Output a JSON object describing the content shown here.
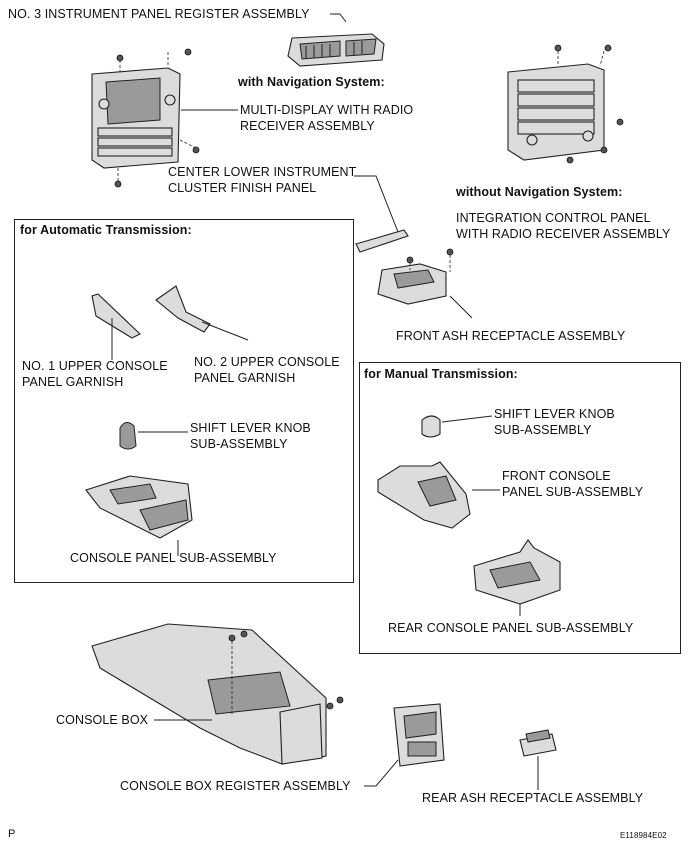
{
  "labels": {
    "no3_register": "NO. 3 INSTRUMENT PANEL REGISTER ASSEMBLY",
    "with_nav": "with Navigation System:",
    "multi_display_1": "MULTI-DISPLAY WITH RADIO",
    "multi_display_2": "RECEIVER ASSEMBLY",
    "center_lower_1": "CENTER LOWER INSTRUMENT",
    "center_lower_2": "CLUSTER FINISH PANEL",
    "without_nav": "without Navigation System:",
    "integration_1": "INTEGRATION CONTROL PANEL",
    "integration_2": "WITH RADIO RECEIVER ASSEMBLY",
    "front_ash": "FRONT ASH RECEPTACLE ASSEMBLY",
    "auto_title": "for Automatic  Transmission:",
    "no1_garnish_1": "NO. 1 UPPER CONSOLE",
    "no1_garnish_2": "PANEL GARNISH",
    "no2_garnish_1": "NO. 2 UPPER CONSOLE",
    "no2_garnish_2": "PANEL GARNISH",
    "shift_knob_at_1": "SHIFT LEVER KNOB",
    "shift_knob_at_2": "SUB-ASSEMBLY",
    "console_panel": "CONSOLE PANEL SUB-ASSEMBLY",
    "manual_title": "for Manual Transmission:",
    "shift_knob_mt_1": "SHIFT LEVER KNOB",
    "shift_knob_mt_2": "SUB-ASSEMBLY",
    "front_console_1": "FRONT CONSOLE",
    "front_console_2": "PANEL SUB-ASSEMBLY",
    "rear_console_panel": "REAR CONSOLE PANEL SUB-ASSEMBLY",
    "console_box": "CONSOLE BOX",
    "console_box_register": "CONSOLE BOX REGISTER ASSEMBLY",
    "rear_ash": "REAR ASH RECEPTACLE ASSEMBLY",
    "corner_p": "P",
    "figure_code": "E118984E02"
  }
}
